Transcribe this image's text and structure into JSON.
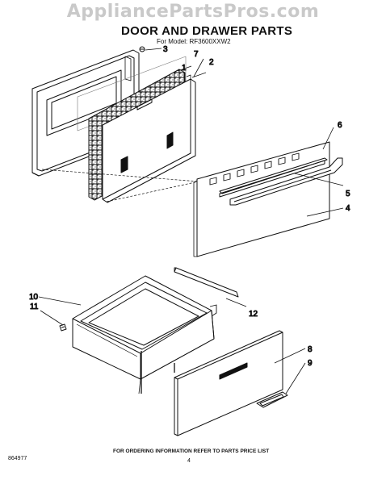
{
  "watermark": "AppliancePartsPros.com",
  "title": "DOOR AND DRAWER PARTS",
  "model": "For Model: RF3600XXW2",
  "footer_note": "FOR ORDERING INFORMATION REFER TO PARTS PRICE LIST",
  "diagram_code": "864977",
  "page_number": "4",
  "callouts": {
    "c1": "1",
    "c2": "2",
    "c3": "3",
    "c4": "4",
    "c5": "5",
    "c6": "6",
    "c7": "7",
    "c8": "8",
    "c9": "9",
    "c10": "10",
    "c11": "11",
    "c12": "12"
  }
}
